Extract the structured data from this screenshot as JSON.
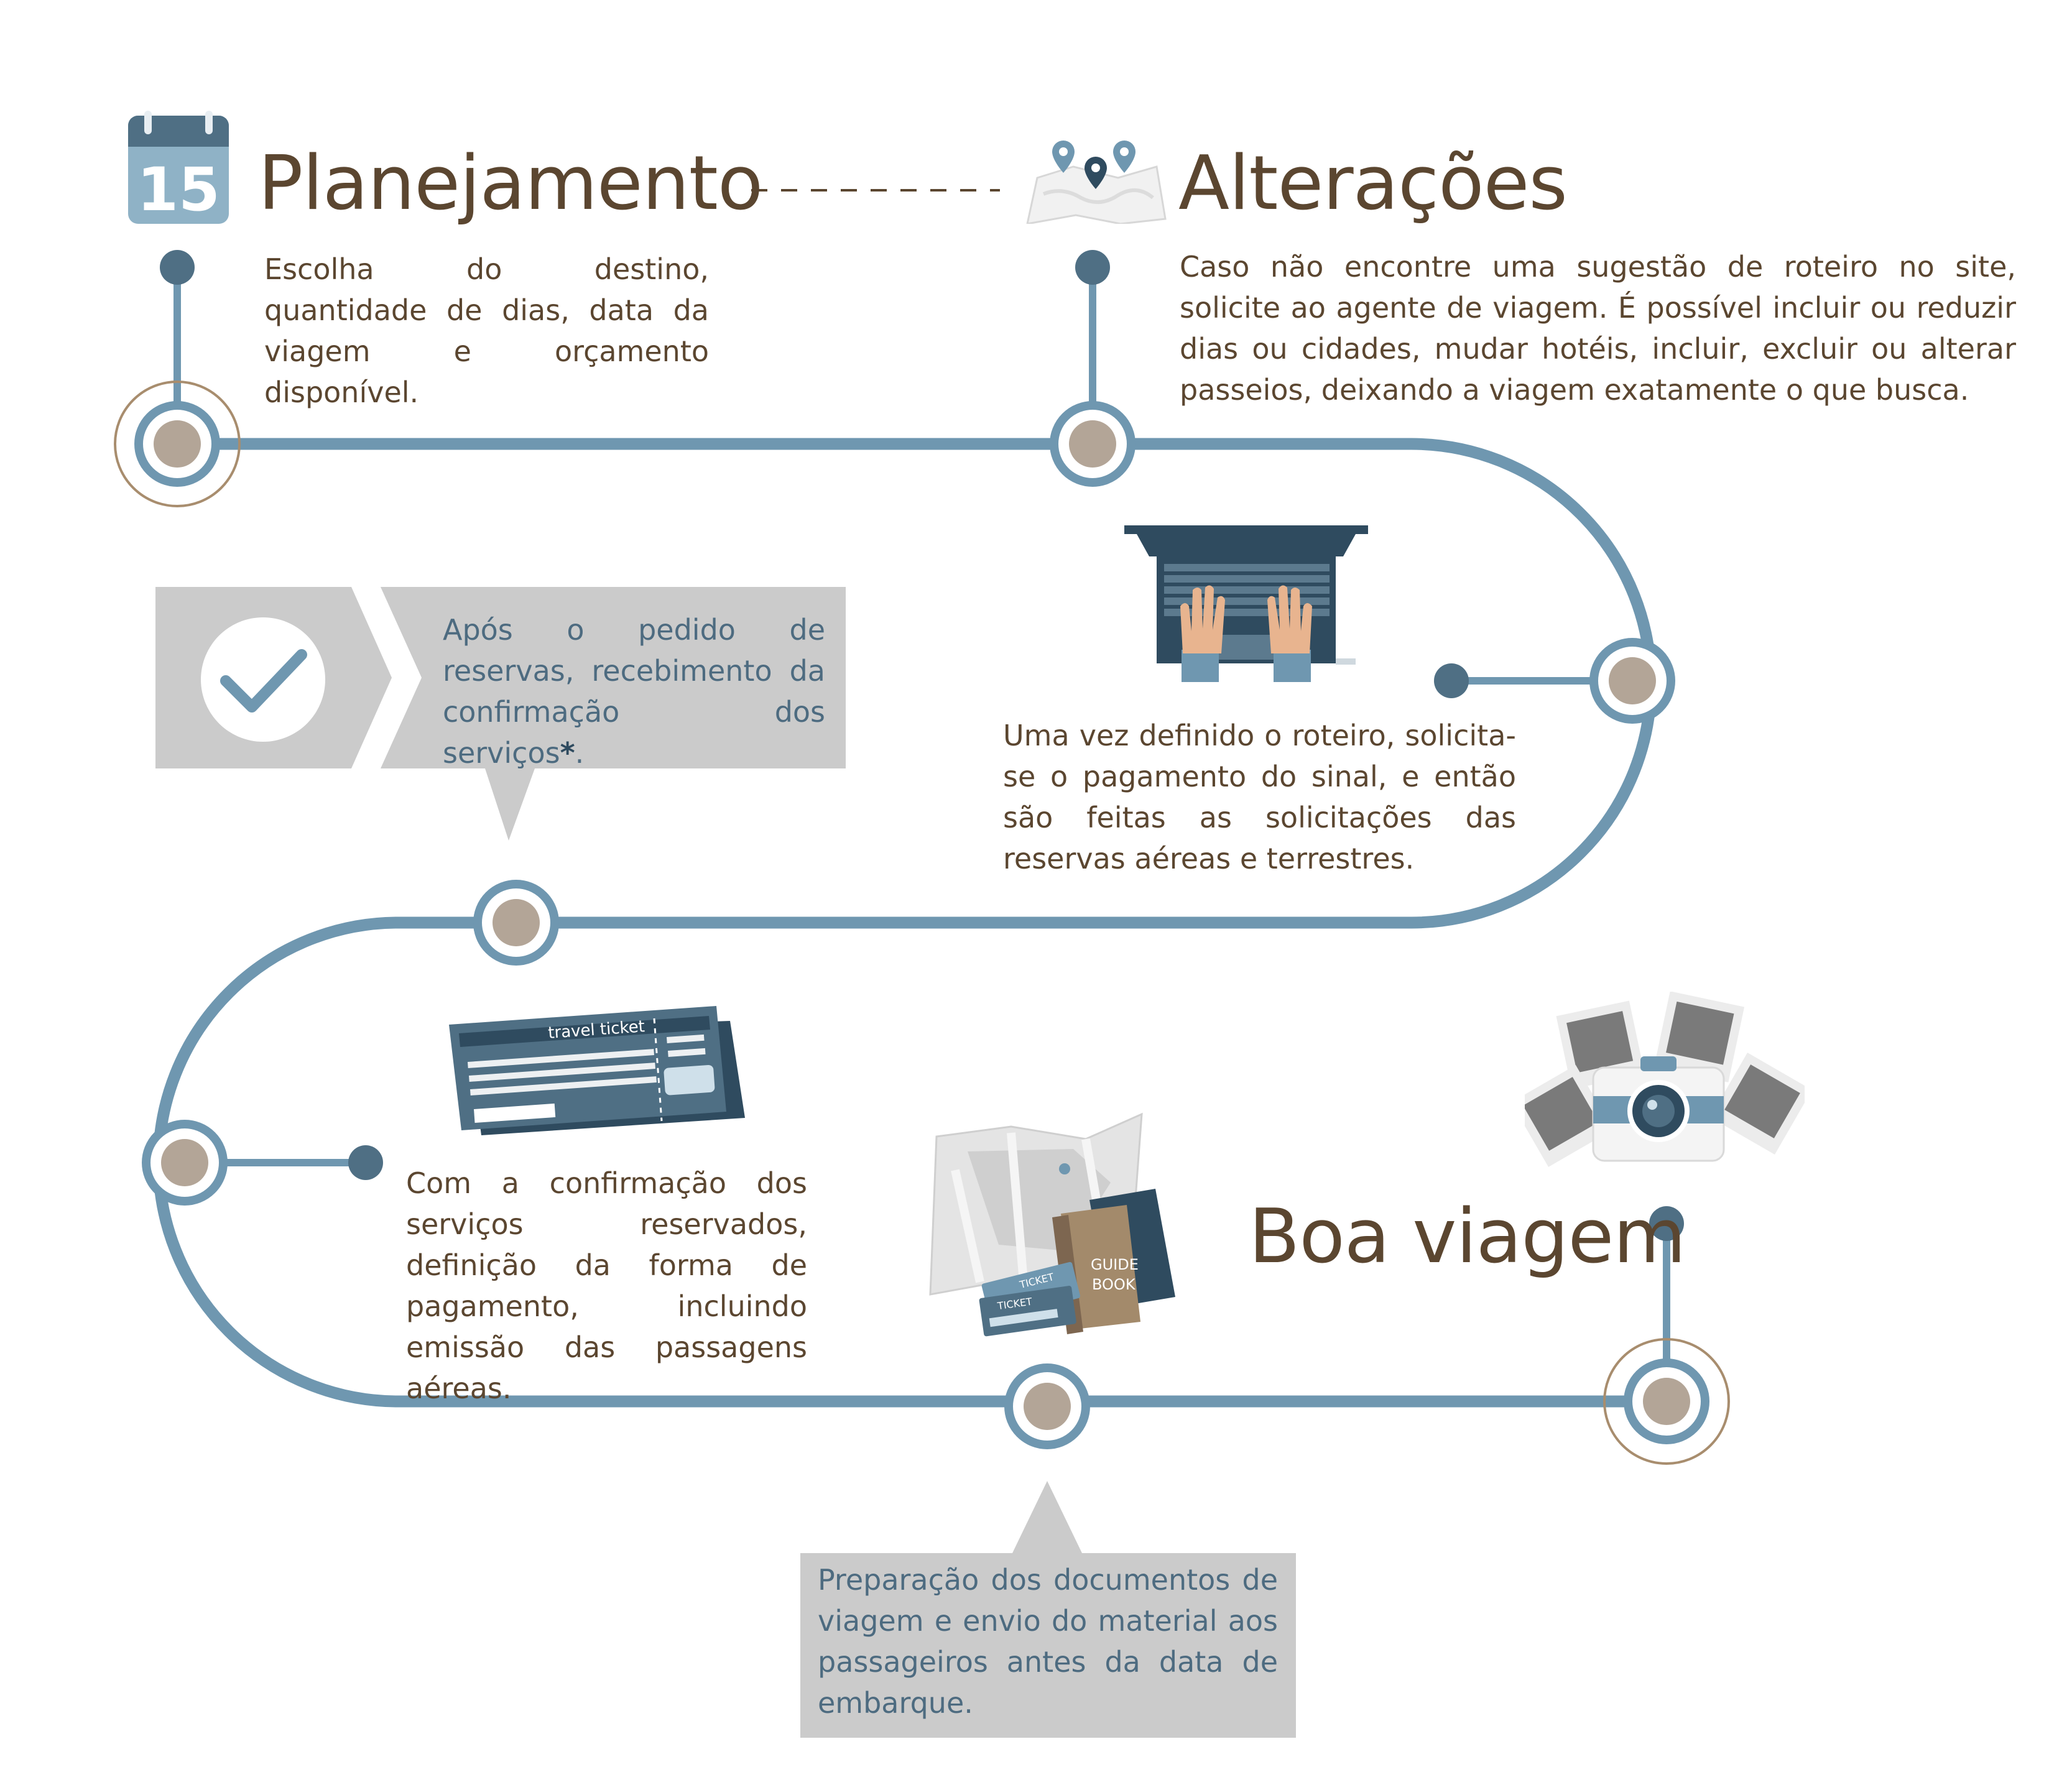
{
  "colors": {
    "road": "#6f97b0",
    "node_fill": "#b3a597",
    "node_ring": "#6f97b0",
    "node_outer_ring": "#a88d6e",
    "pin_dot": "#4f6f84",
    "title_text": "#5b4630",
    "body_text": "#5b4630",
    "panel_text": "#4d6b80",
    "panel_bg": "#cbcbcb"
  },
  "steps": {
    "planejamento": {
      "title": "Planejamento",
      "text": "Escolha do destino, quantidade de dias, data da viagem e orçamento disponível.",
      "icon": "calendar-icon",
      "calendar_day": "15"
    },
    "alteracoes": {
      "title": "Alterações",
      "text": "Caso não encontre uma sugestão de roteiro no site, solicite ao agente de viagem. É possível incluir ou reduzir dias ou cidades, mudar hotéis, incluir, excluir ou alterar passeios, deixando a viagem exatamente o que busca.",
      "icon": "map-pins-icon"
    },
    "pagamento_sinal": {
      "text": "Uma vez definido o roteiro, solicita-se o pagamento do sinal, e então são feitas as solicitações das reservas aéreas e terrestres.",
      "icon": "laptop-hands-icon"
    },
    "confirmacao": {
      "text_before": "Após o pedido de reservas, recebimento da confirmação dos serviços",
      "asterisk": "*",
      "text_after": ".",
      "icon": "check-icon"
    },
    "emissao": {
      "text": "Com a confirmação dos serviços reservados, definição da forma de pagamento, incluindo emissão das passagens aéreas.",
      "icon": "travel-ticket-icon",
      "ticket_label": "travel ticket"
    },
    "documentos": {
      "text": "Preparação dos documentos de viagem e envio do material aos passageiros antes da data de embarque.",
      "icon": "travel-documents-icon",
      "guide_label_1": "GUIDE",
      "guide_label_2": "BOOK",
      "ticket_label_1": "TICKET",
      "ticket_label_2": "TICKET"
    },
    "boa_viagem": {
      "title": "Boa viagem",
      "icon": "camera-photos-icon"
    }
  }
}
